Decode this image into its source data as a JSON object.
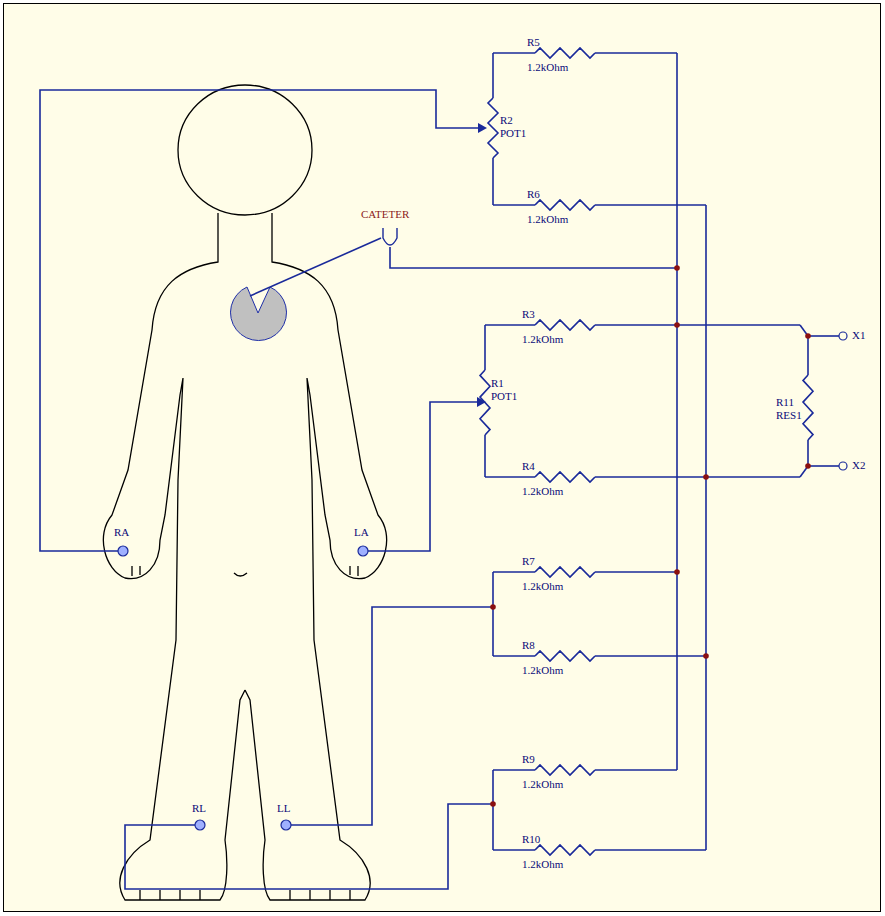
{
  "diagram": {
    "labels": [
      "R5",
      "1.2kOhm",
      "R2",
      "POT1",
      "R6",
      "1.2kOhm",
      "CATETER",
      "R3",
      "1.2kOhm",
      "R1",
      "POT1",
      "R4",
      "1.2kOhm",
      "R11",
      "RES1",
      "X1",
      "X2",
      "R7",
      "1.2kOhm",
      "R8",
      "1.2kOhm",
      "R9",
      "1.2kOhm",
      "R10",
      "1.2kOhm",
      "RA",
      "LA",
      "RL",
      "LL"
    ]
  }
}
